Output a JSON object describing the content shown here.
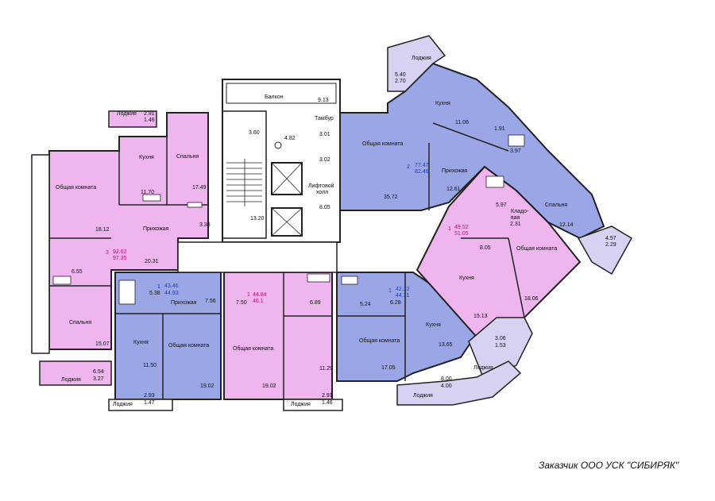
{
  "colors": {
    "blue": "#9aa6e6",
    "pink": "#eeb5ee",
    "lilac": "#d7d2f2",
    "wall": "#222222"
  },
  "labels": {
    "balcony": "Балкон",
    "tambur": "Тамбур",
    "lift_hall": "Лифтовой холл",
    "lift_hall_l1": "Лифтовой",
    "lift_hall_l2": "холл",
    "footer": "Заказчик ООО УСК \"СИБИРЯК\""
  },
  "rooms": {
    "a1_living": "Общая комната",
    "a1_kitchen": "Кухня",
    "a1_bedroom": "Спальня",
    "a1_hall": "Прихожая",
    "a1_bedroom2": "Спальня",
    "a1_loggia_top": "Лоджия",
    "a1_loggia_bot": "Лоджия",
    "a2_hall": "Прихожая",
    "a2_kitchen": "Кухня",
    "a2_living": "Общая комната",
    "a2_loggia": "Лоджия",
    "a3_living": "Общая комната",
    "a3_loggia": "Лоджия",
    "a4_living": "Общая комната",
    "a4_kitchen": "Кухня",
    "a5_kitchen": "Кухня",
    "a5_living": "Общая комната",
    "a5_closet_l1": "Кладо-",
    "a5_closet_l2": "вая",
    "a6_kitchen": "Кухня",
    "a6_living": "Общая комната",
    "a6_hall": "Прихожая",
    "a6_bedroom": "Спальня",
    "a6_loggia": "Лоджия",
    "loggia_ne": "Лоджия",
    "loggia_se": "Лоджия",
    "loggia_s": "Лоджия"
  },
  "areas": {
    "a1_living": "18.12",
    "a1_kitchen": "11.70",
    "a1_bedroom": "17.49",
    "a1_bath": "3.38",
    "a1_hall": "20.31",
    "a1_bath2": "6.55",
    "a1_bedroom2": "15.07",
    "a1_loggia_top_1": "2.91",
    "a1_loggia_top_2": "1.46",
    "a1_loggia_bot_1": "6.54",
    "a1_loggia_bot_2": "3.27",
    "a2_bath": "5.38",
    "a2_hall": "7.56",
    "a2_kitchen": "11.50",
    "a2_living": "19.02",
    "a2_loggia_1": "2.93",
    "a2_loggia_2": "1.47",
    "a3_hall": "7.50",
    "a3_bath": "6.89",
    "a3_living": "19.02",
    "a3_room": "11.29",
    "a3_loggia_1": "2.91",
    "a3_loggia_2": "1.46",
    "a4_bath": "5.24",
    "a4_hall": "6.28",
    "a4_living": "17.05",
    "a4_kitchen": "13.65",
    "a5_hall": "8.05",
    "a5_bath": "5.97",
    "a5_closet": "2.31",
    "a5_kitchen": "15.13",
    "a5_living": "18.06",
    "a6_kitchen": "11.06",
    "a6_bath1": "1.91",
    "a6_bath2": "3.97",
    "a6_living": "35.72",
    "a6_hall": "12.61",
    "a6_bedroom": "12.14",
    "stair_1": "3.60",
    "stair_2": "4.82",
    "stair_3": "3.01",
    "stair_4": "3.02",
    "stair_5": "9.13",
    "lift": "8.05",
    "stair_6": "13.20",
    "loggia_ne_1": "5.40",
    "loggia_ne_2": "2.70",
    "loggia_e_1": "4.57",
    "loggia_e_2": "2.29",
    "loggia_se_1": "3.06",
    "loggia_se_2": "1.53",
    "loggia_s_1": "8.00",
    "loggia_s_2": "4.00"
  },
  "apartments": {
    "a1": {
      "rooms": "3",
      "area_1": "92.62",
      "area_2": "97.35"
    },
    "a2": {
      "rooms": "1",
      "area_1": "43.46",
      "area_2": "44.93"
    },
    "a3": {
      "rooms": "1",
      "area_1": "44.84",
      "area_2": "46.1"
    },
    "a4": {
      "rooms": "1",
      "area_1": "42.22",
      "area_2": "44.31"
    },
    "a5": {
      "rooms": "1",
      "area_1": "49.52",
      "area_2": "51.05"
    },
    "a6": {
      "rooms": "2",
      "area_1": "77.47",
      "area_2": "82.46"
    }
  }
}
